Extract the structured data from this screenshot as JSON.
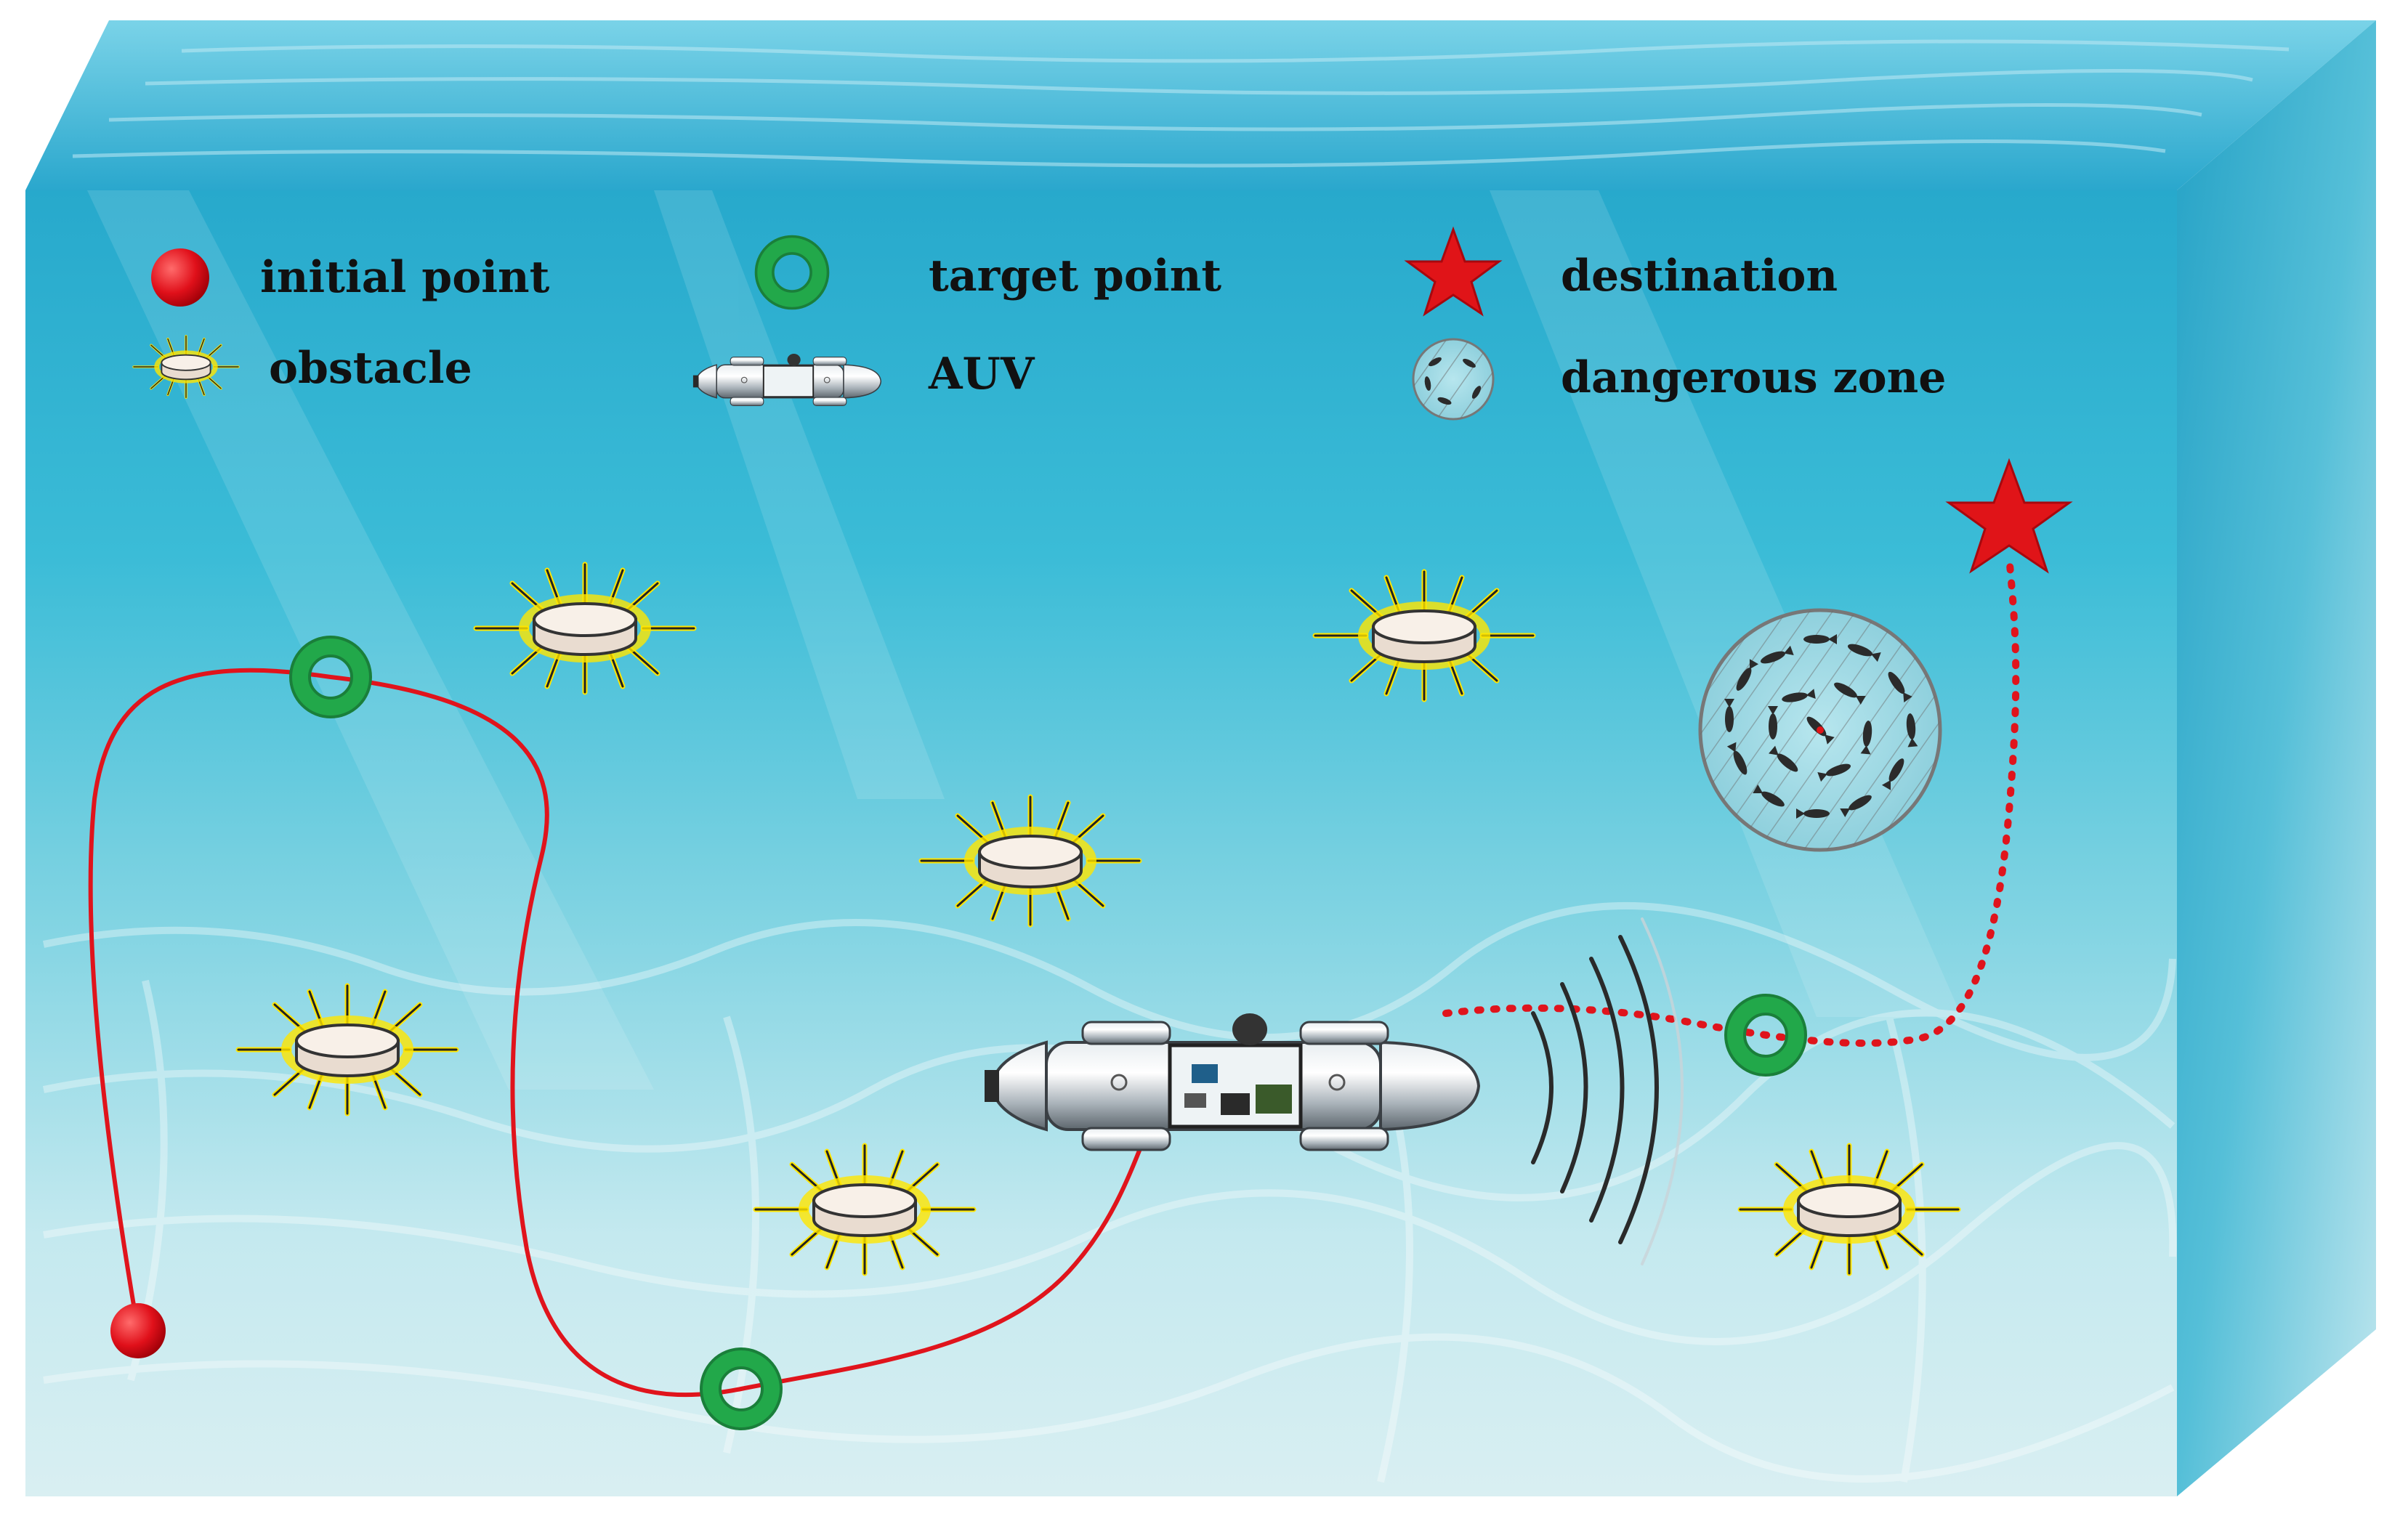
{
  "legend": {
    "initial_point": "initial point",
    "target_point": "target point",
    "destination": "destination",
    "obstacle": "obstacle",
    "auv": "AUV",
    "dangerous_zone": "dangerous zone"
  },
  "colors": {
    "path": "#e0141c",
    "initial_point": "#e0101a",
    "target_ring": "#1f9e46",
    "destination_star": "#e01418",
    "obstacle_fill": "#f6ece2",
    "obstacle_glow": "#ffe600",
    "water_top": "#2fb4d2",
    "water_deep": "#3bbbd6",
    "sand": "#d7eef2"
  },
  "icons": [
    "initial-point-dot",
    "target-point-ring",
    "destination-star",
    "obstacle-mine-icon",
    "auv-icon",
    "dangerous-zone-icon"
  ]
}
